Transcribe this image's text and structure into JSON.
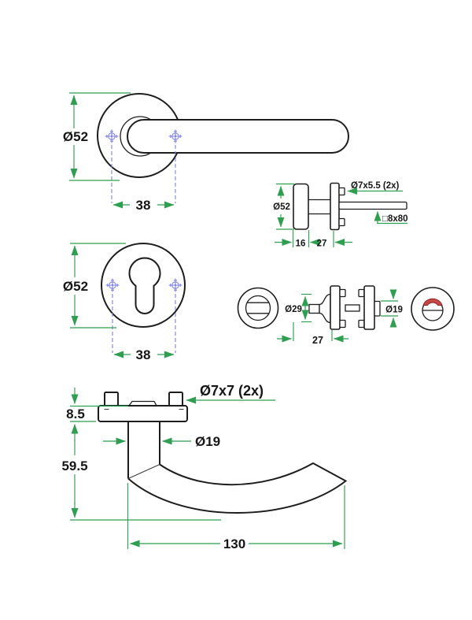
{
  "drawing": {
    "title": "door-handle-dimension-drawing",
    "colors": {
      "dimension_green": "#2e9e4f",
      "fixing_blue": "#8080e6",
      "indicator_red": "#c84848",
      "outline": "#1d1d1d"
    },
    "lever_front": {
      "rose_diameter": "Ø52",
      "fixing_centers": "38"
    },
    "escutcheon_front": {
      "rose_diameter": "Ø52",
      "fixing_centers": "38"
    },
    "rose_side": {
      "rose_diameter": "Ø52",
      "rose_depth": "16",
      "assembly_depth": "27",
      "screw_spec": "Ø7x5.5 (2x)",
      "spindle_spec": "□8x80"
    },
    "wc_turn": {
      "knob_diameter": "Ø29",
      "assembly_depth": "27",
      "hub_diameter": "Ø19"
    },
    "lever_side": {
      "plate_thickness": "8.5",
      "projection_height": "59.5",
      "tube_diameter": "Ø19",
      "screw_spec": "Ø7x7 (2x)",
      "lever_length": "130"
    }
  }
}
